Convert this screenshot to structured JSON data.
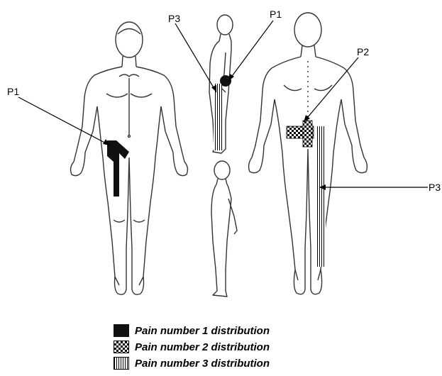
{
  "callouts": {
    "front_p1": "P1",
    "side_p3": "P3",
    "side_p1": "P1",
    "back_p2": "P2",
    "back_p3": "P3"
  },
  "legend": [
    {
      "swatch": "solid-black",
      "label": "Pain number 1 distribution"
    },
    {
      "swatch": "checkerboard",
      "label": "Pain number 2 distribution"
    },
    {
      "swatch": "vertical-stripes",
      "label": "Pain number 3 distribution"
    }
  ],
  "colors": {
    "ink": "#000000",
    "outline": "#333333",
    "background": "#ffffff"
  }
}
